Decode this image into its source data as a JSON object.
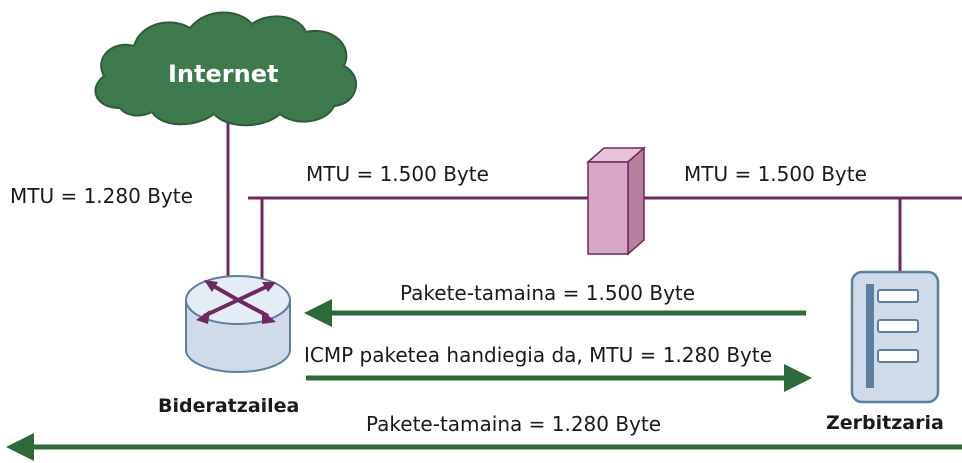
{
  "cloud": {
    "label": "Internet"
  },
  "links": {
    "router_uplink_mtu": "MTU = 1.280 Byte",
    "segment_left_mtu": "MTU = 1.500 Byte",
    "segment_right_mtu": "MTU = 1.500 Byte"
  },
  "devices": {
    "router": "Bideratzailea",
    "server": "Zerbitzaria"
  },
  "messages": {
    "packet_large": "Pakete-tamaina = 1.500 Byte",
    "icmp_reply": "ICMP paketea handiegia da, MTU = 1.280 Byte",
    "packet_small": "Pakete-tamaina = 1.280 Byte"
  },
  "colors": {
    "cloud_fill": "#3f7a4f",
    "line": "#6e2a5e",
    "arrow": "#2d6a3a",
    "device_fill": "#cfdbe9",
    "device_stroke": "#5d7fa1",
    "switch_fill": "#d7a6c4"
  }
}
